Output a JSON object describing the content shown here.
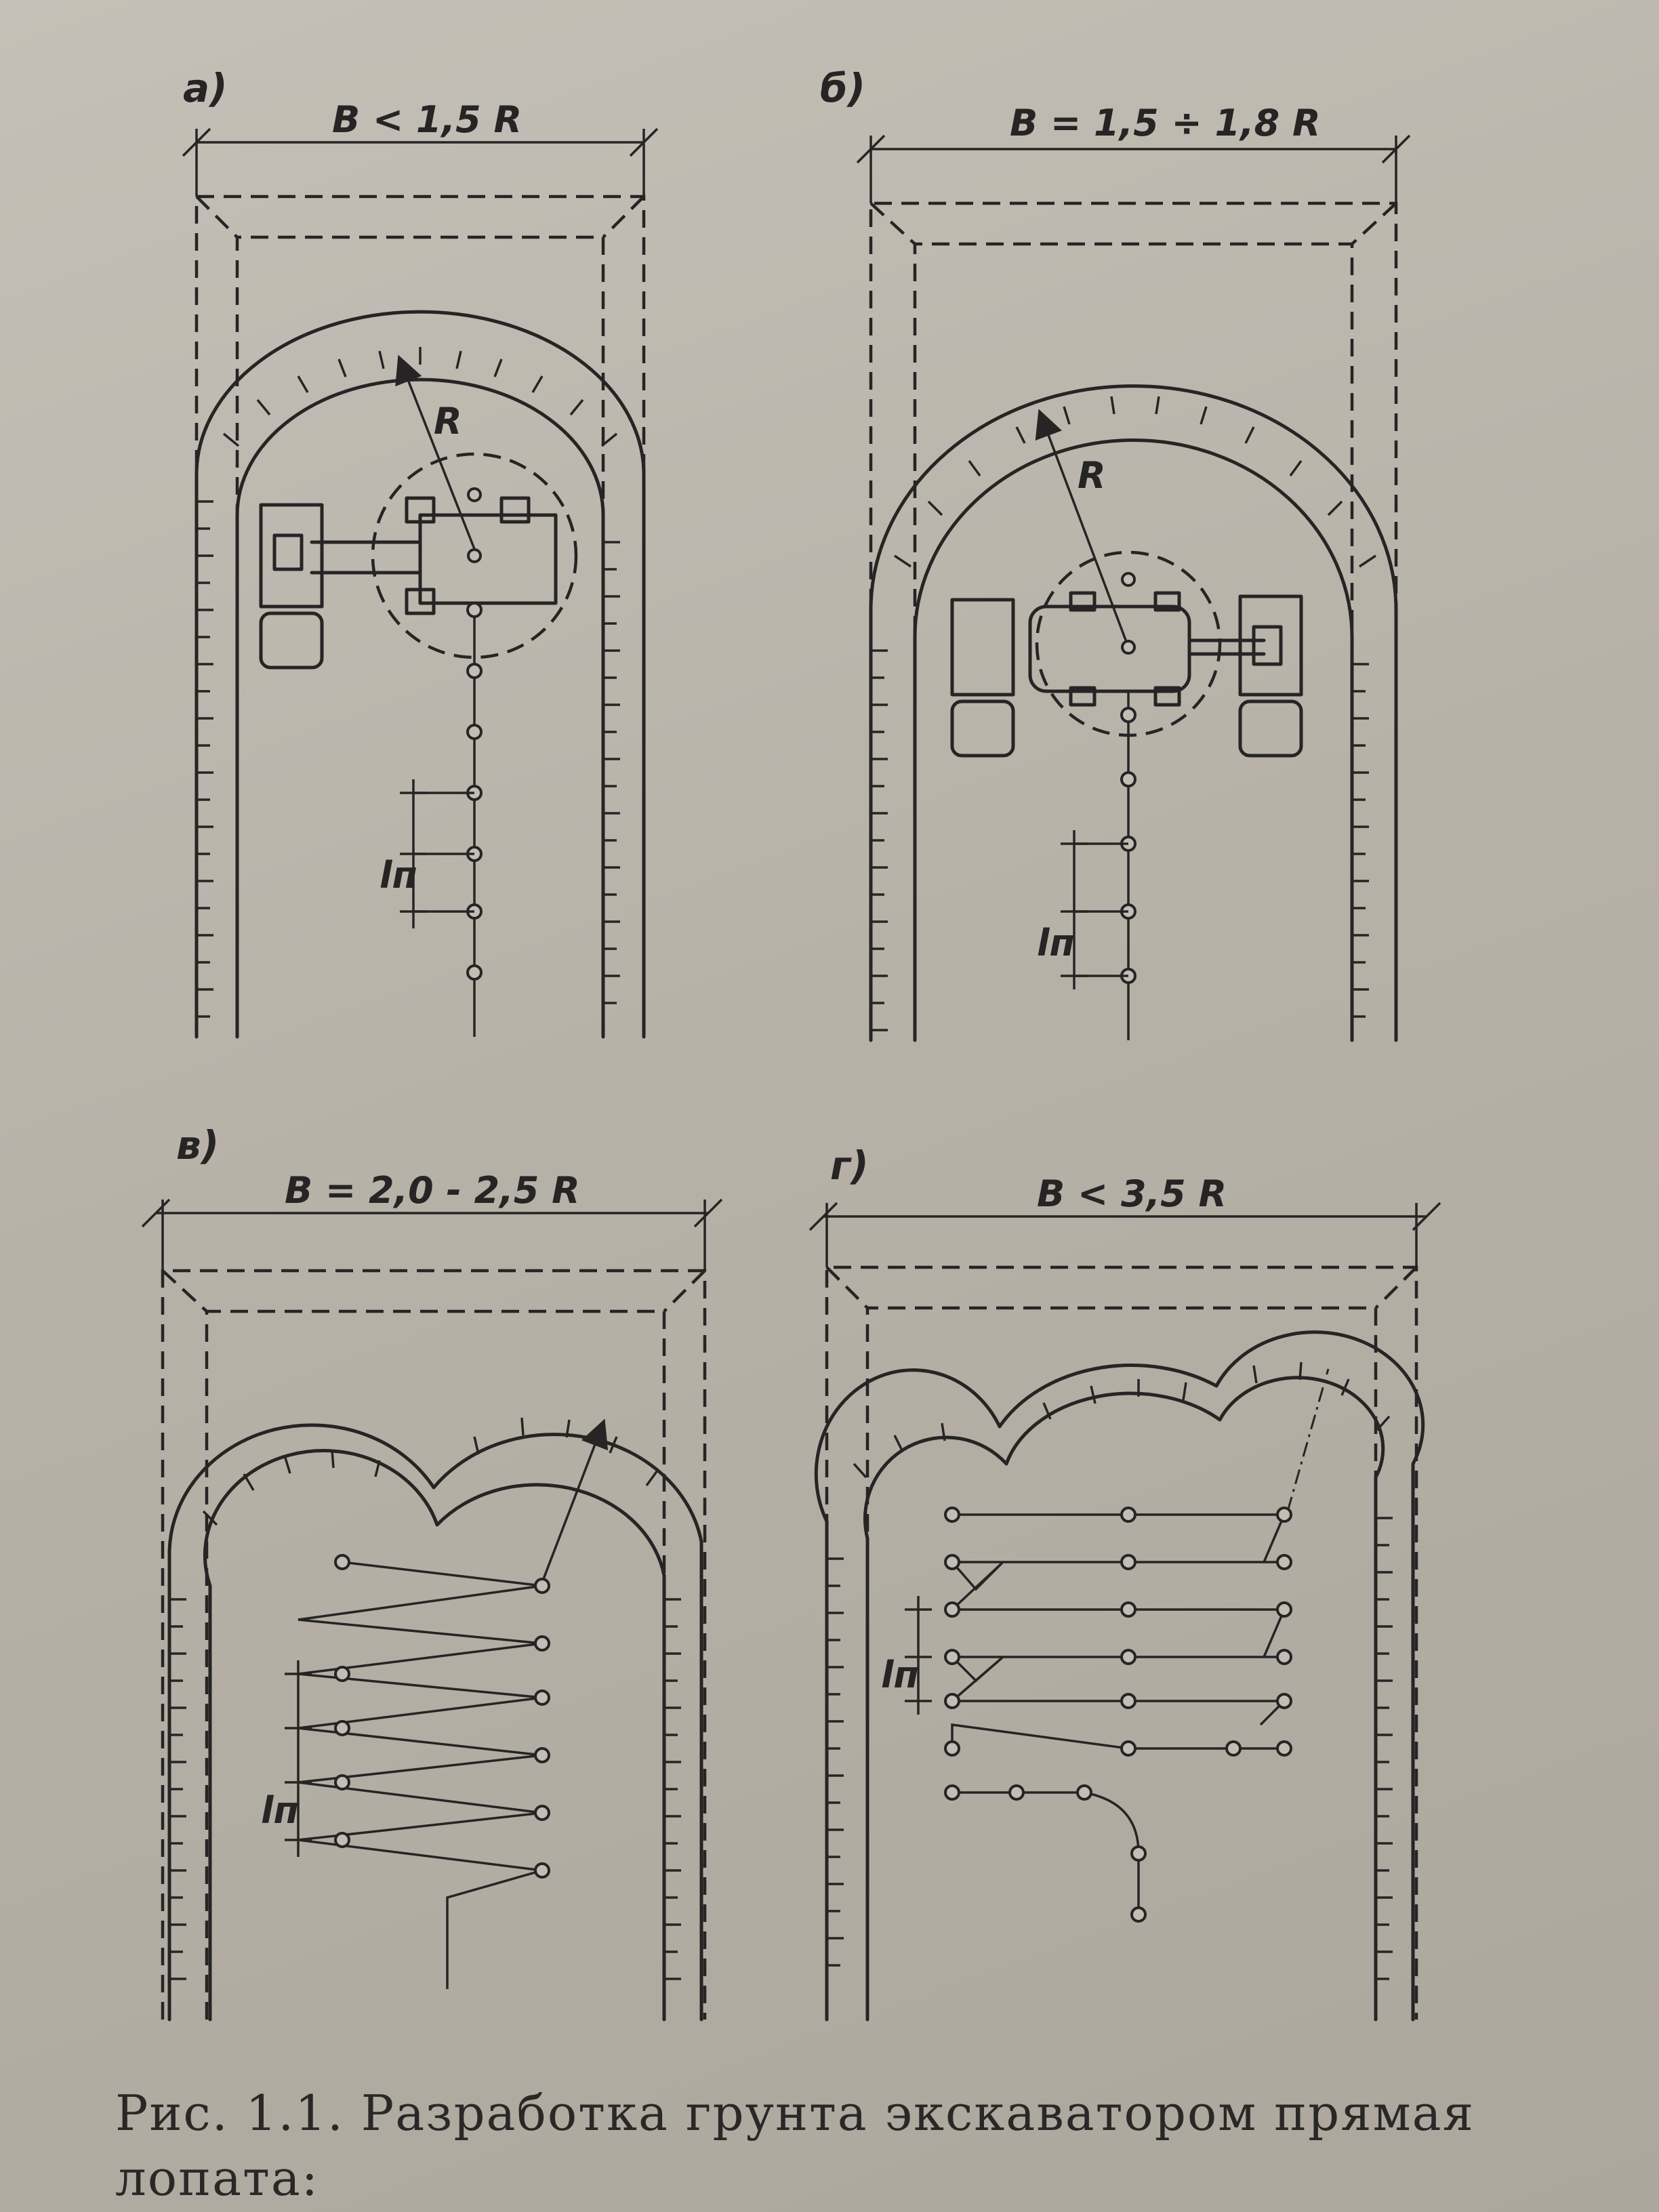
{
  "panels": [
    {
      "letter": "а)",
      "width_label": "B < 1,5 R",
      "radius_label": "R",
      "step_label": "lп"
    },
    {
      "letter": "б)",
      "width_label": "B = 1,5 ÷ 1,8 R",
      "radius_label": "R",
      "step_label": "lп"
    },
    {
      "letter": "в)",
      "width_label": "B = 2,0 - 2,5 R",
      "step_label": "lп"
    },
    {
      "letter": "г)",
      "width_label": "B < 3,5 R",
      "step_label": "lп"
    }
  ],
  "caption": {
    "line1": "Рис. 1.1. Разработка грунта экскаватором прямая",
    "line2": "лопата:"
  }
}
